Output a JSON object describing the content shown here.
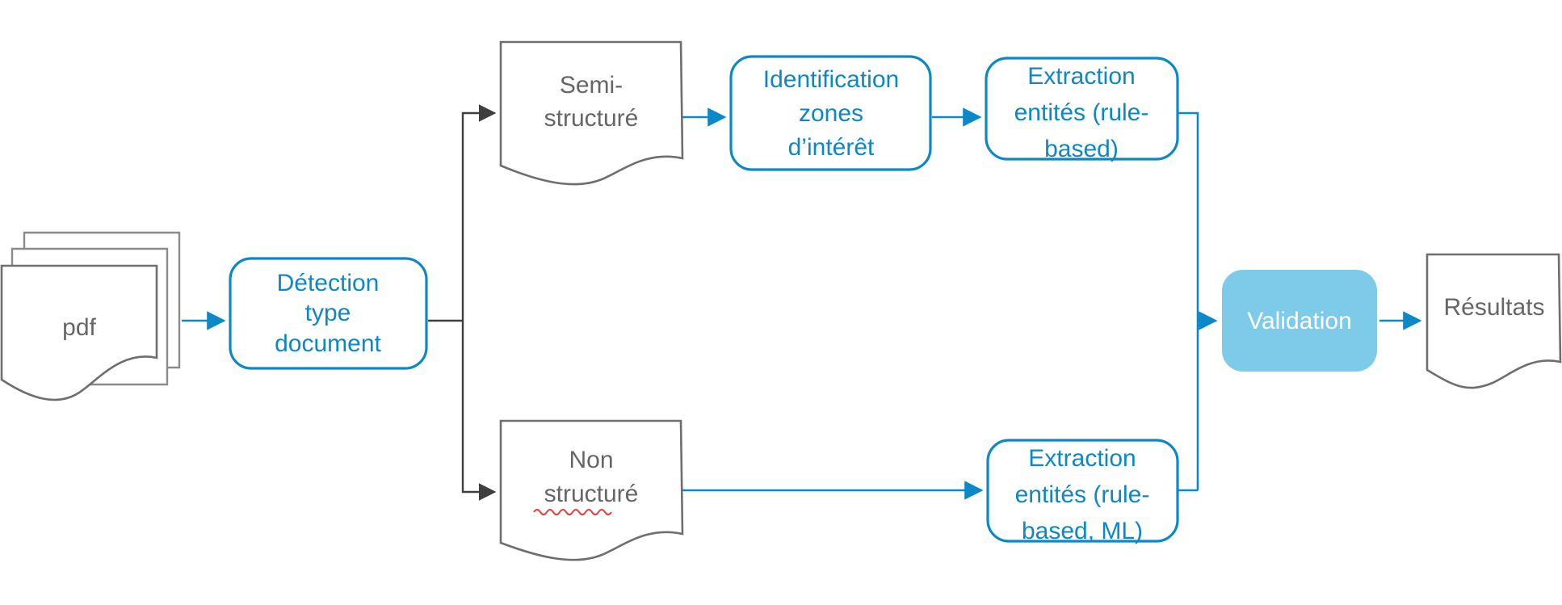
{
  "diagram": {
    "title": "Pipeline d'extraction d'entites depuis des PDF",
    "colors": {
      "accent_blue": "#0C87C8",
      "fill_light_blue": "#7DCBE8",
      "doc_outline_gray": "#6E6E6E",
      "text_gray": "#666666",
      "connector_dark": "#3F3F3F",
      "spellcheck_red": "#E8392E",
      "background": "#FFFFFF"
    },
    "nodes": {
      "pdf": {
        "label": "pdf",
        "shape": "stacked-document",
        "text_color": "#666666"
      },
      "detection": {
        "line1": "Détection",
        "line2": "type",
        "line3": "document",
        "shape": "rounded-rectangle",
        "text_color": "#0C87C8"
      },
      "semi_structure": {
        "line1": "Semi-",
        "line2": "structuré",
        "shape": "document",
        "text_color": "#666666"
      },
      "non_structure": {
        "line1": "Non",
        "line2": "structuré",
        "shape": "document",
        "text_color": "#666666",
        "spellcheck_underline_on": "structuré"
      },
      "identification": {
        "line1": "Identification",
        "line2": "zones",
        "line3": "d’intérêt",
        "shape": "rounded-rectangle",
        "text_color": "#0C87C8"
      },
      "extraction_rule": {
        "line1": "Extraction",
        "line2": "entités (rule-",
        "line3": "based)",
        "shape": "rounded-rectangle",
        "text_color": "#0C87C8"
      },
      "extraction_rule_ml": {
        "line1": "Extraction",
        "line2": "entités (rule-",
        "line3": "based, ML)",
        "shape": "rounded-rectangle",
        "text_color": "#0C87C8"
      },
      "validation": {
        "label": "Validation",
        "shape": "rounded-rectangle-filled",
        "fill": "#7DCBE8",
        "text_color": "#FFFFFF"
      },
      "resultats": {
        "label": "Résultats",
        "shape": "document",
        "text_color": "#666666"
      }
    },
    "edges": [
      {
        "name": "pdf-to-detection",
        "from": "pdf",
        "to": "detection",
        "color": "#0C87C8",
        "style": "straight-arrow"
      },
      {
        "name": "detection-to-semi",
        "from": "detection",
        "to": "semi_structure",
        "color": "#3F3F3F",
        "style": "elbow-arrow-up"
      },
      {
        "name": "detection-to-non",
        "from": "detection",
        "to": "non_structure",
        "color": "#3F3F3F",
        "style": "elbow-arrow-down"
      },
      {
        "name": "semi-to-identification",
        "from": "semi_structure",
        "to": "identification",
        "color": "#0C87C8",
        "style": "straight-arrow"
      },
      {
        "name": "identification-to-extraction",
        "from": "identification",
        "to": "extraction_rule",
        "color": "#0C87C8",
        "style": "straight-arrow"
      },
      {
        "name": "extraction-to-validation",
        "from": "extraction_rule",
        "to": "validation",
        "color": "#0C87C8",
        "style": "elbow-arrow"
      },
      {
        "name": "non-to-extraction-ml",
        "from": "non_structure",
        "to": "extraction_rule_ml",
        "color": "#0C87C8",
        "style": "straight-arrow"
      },
      {
        "name": "extraction-ml-to-validation",
        "from": "extraction_rule_ml",
        "to": "validation",
        "color": "#0C87C8",
        "style": "elbow-arrow"
      },
      {
        "name": "validation-to-resultats",
        "from": "validation",
        "to": "resultats",
        "color": "#0C87C8",
        "style": "straight-arrow"
      }
    ]
  }
}
